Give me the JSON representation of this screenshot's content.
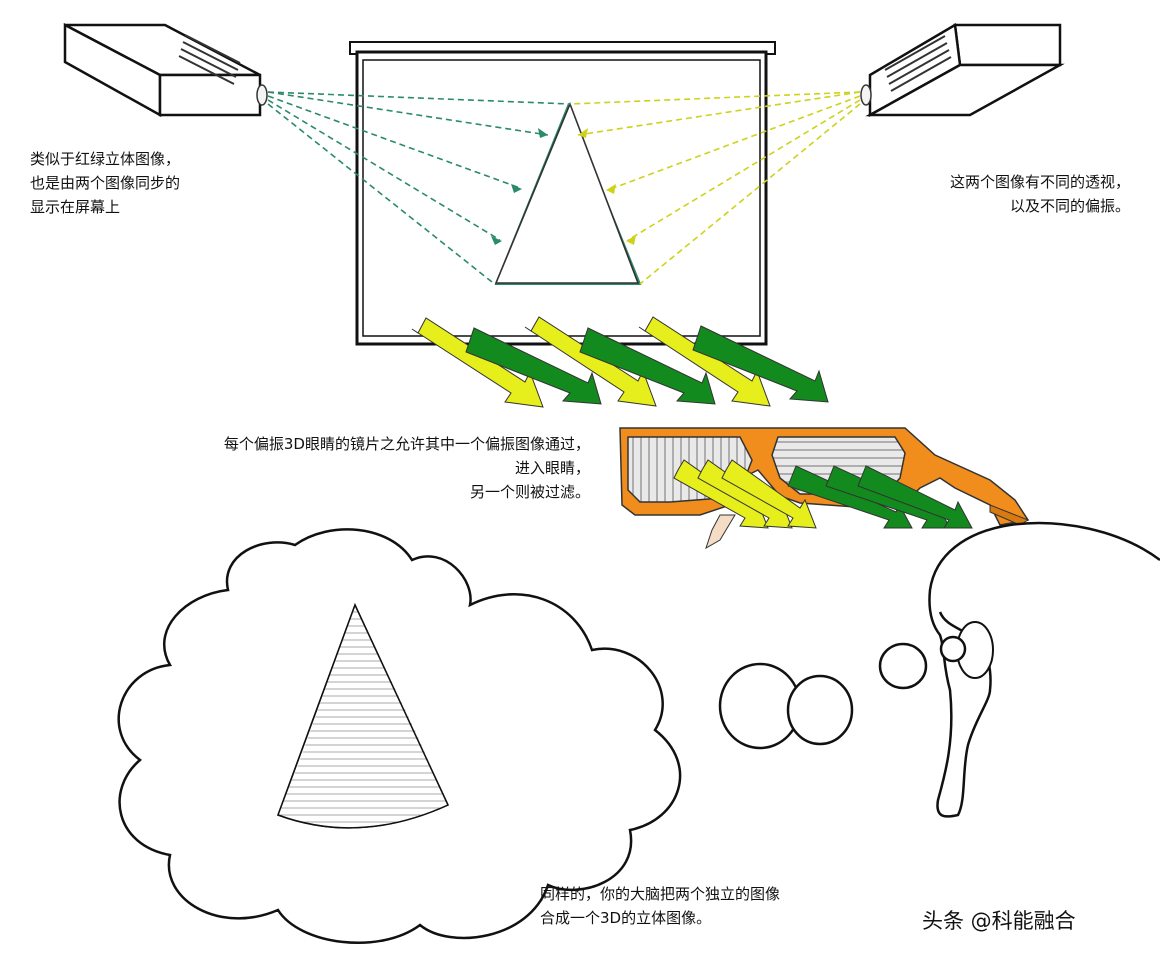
{
  "annotations": {
    "stereo_note": [
      "类似于红绿立体图像，",
      "也是由两个图像同步的",
      "显示在屏幕上"
    ],
    "perspective_note": [
      "这两个图像有不同的透视，",
      "以及不同的偏振。"
    ],
    "glasses_note": [
      "每个偏振3D眼睛的镜片之允许其中一个偏振图像通过，",
      "进入眼睛，",
      "另一个则被过滤。"
    ],
    "brain_note": [
      "同样的，你的大脑把两个独立的图像",
      "合成一个3D的立体图像。"
    ]
  },
  "watermark": "头条 @科能融合",
  "colors": {
    "yellow_arrow": "#e6ee1c",
    "green_arrow": "#128a1e",
    "glasses_frame": "#f08d1c",
    "teal_beam": "#2a8a6a",
    "yellow_beam": "#cfd21a"
  }
}
